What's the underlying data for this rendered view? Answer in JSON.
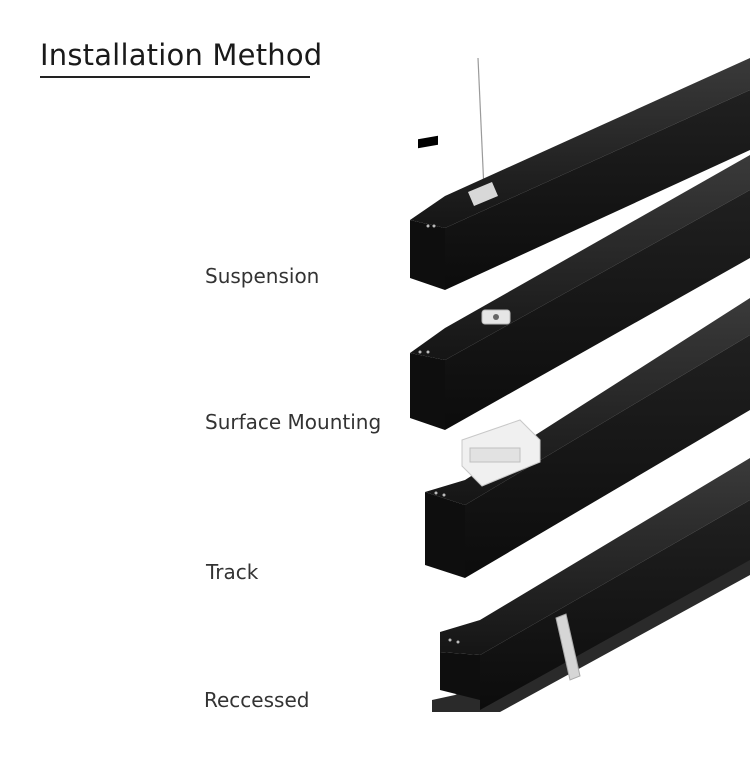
{
  "header": {
    "title": "Installation Method"
  },
  "methods": [
    {
      "label": "Suspension",
      "icon": "suspension-linear-light"
    },
    {
      "label": "Surface Mounting",
      "icon": "surface-mount-linear-light"
    },
    {
      "label": "Track",
      "icon": "track-linear-light"
    },
    {
      "label": "Reccessed",
      "icon": "recessed-linear-light"
    }
  ],
  "colors": {
    "fixture_body": "#1b1b1b",
    "fixture_face": "#111111",
    "fixture_edge": "#3a3a3a",
    "bracket": "#d8d8d8",
    "text": "#333333"
  }
}
